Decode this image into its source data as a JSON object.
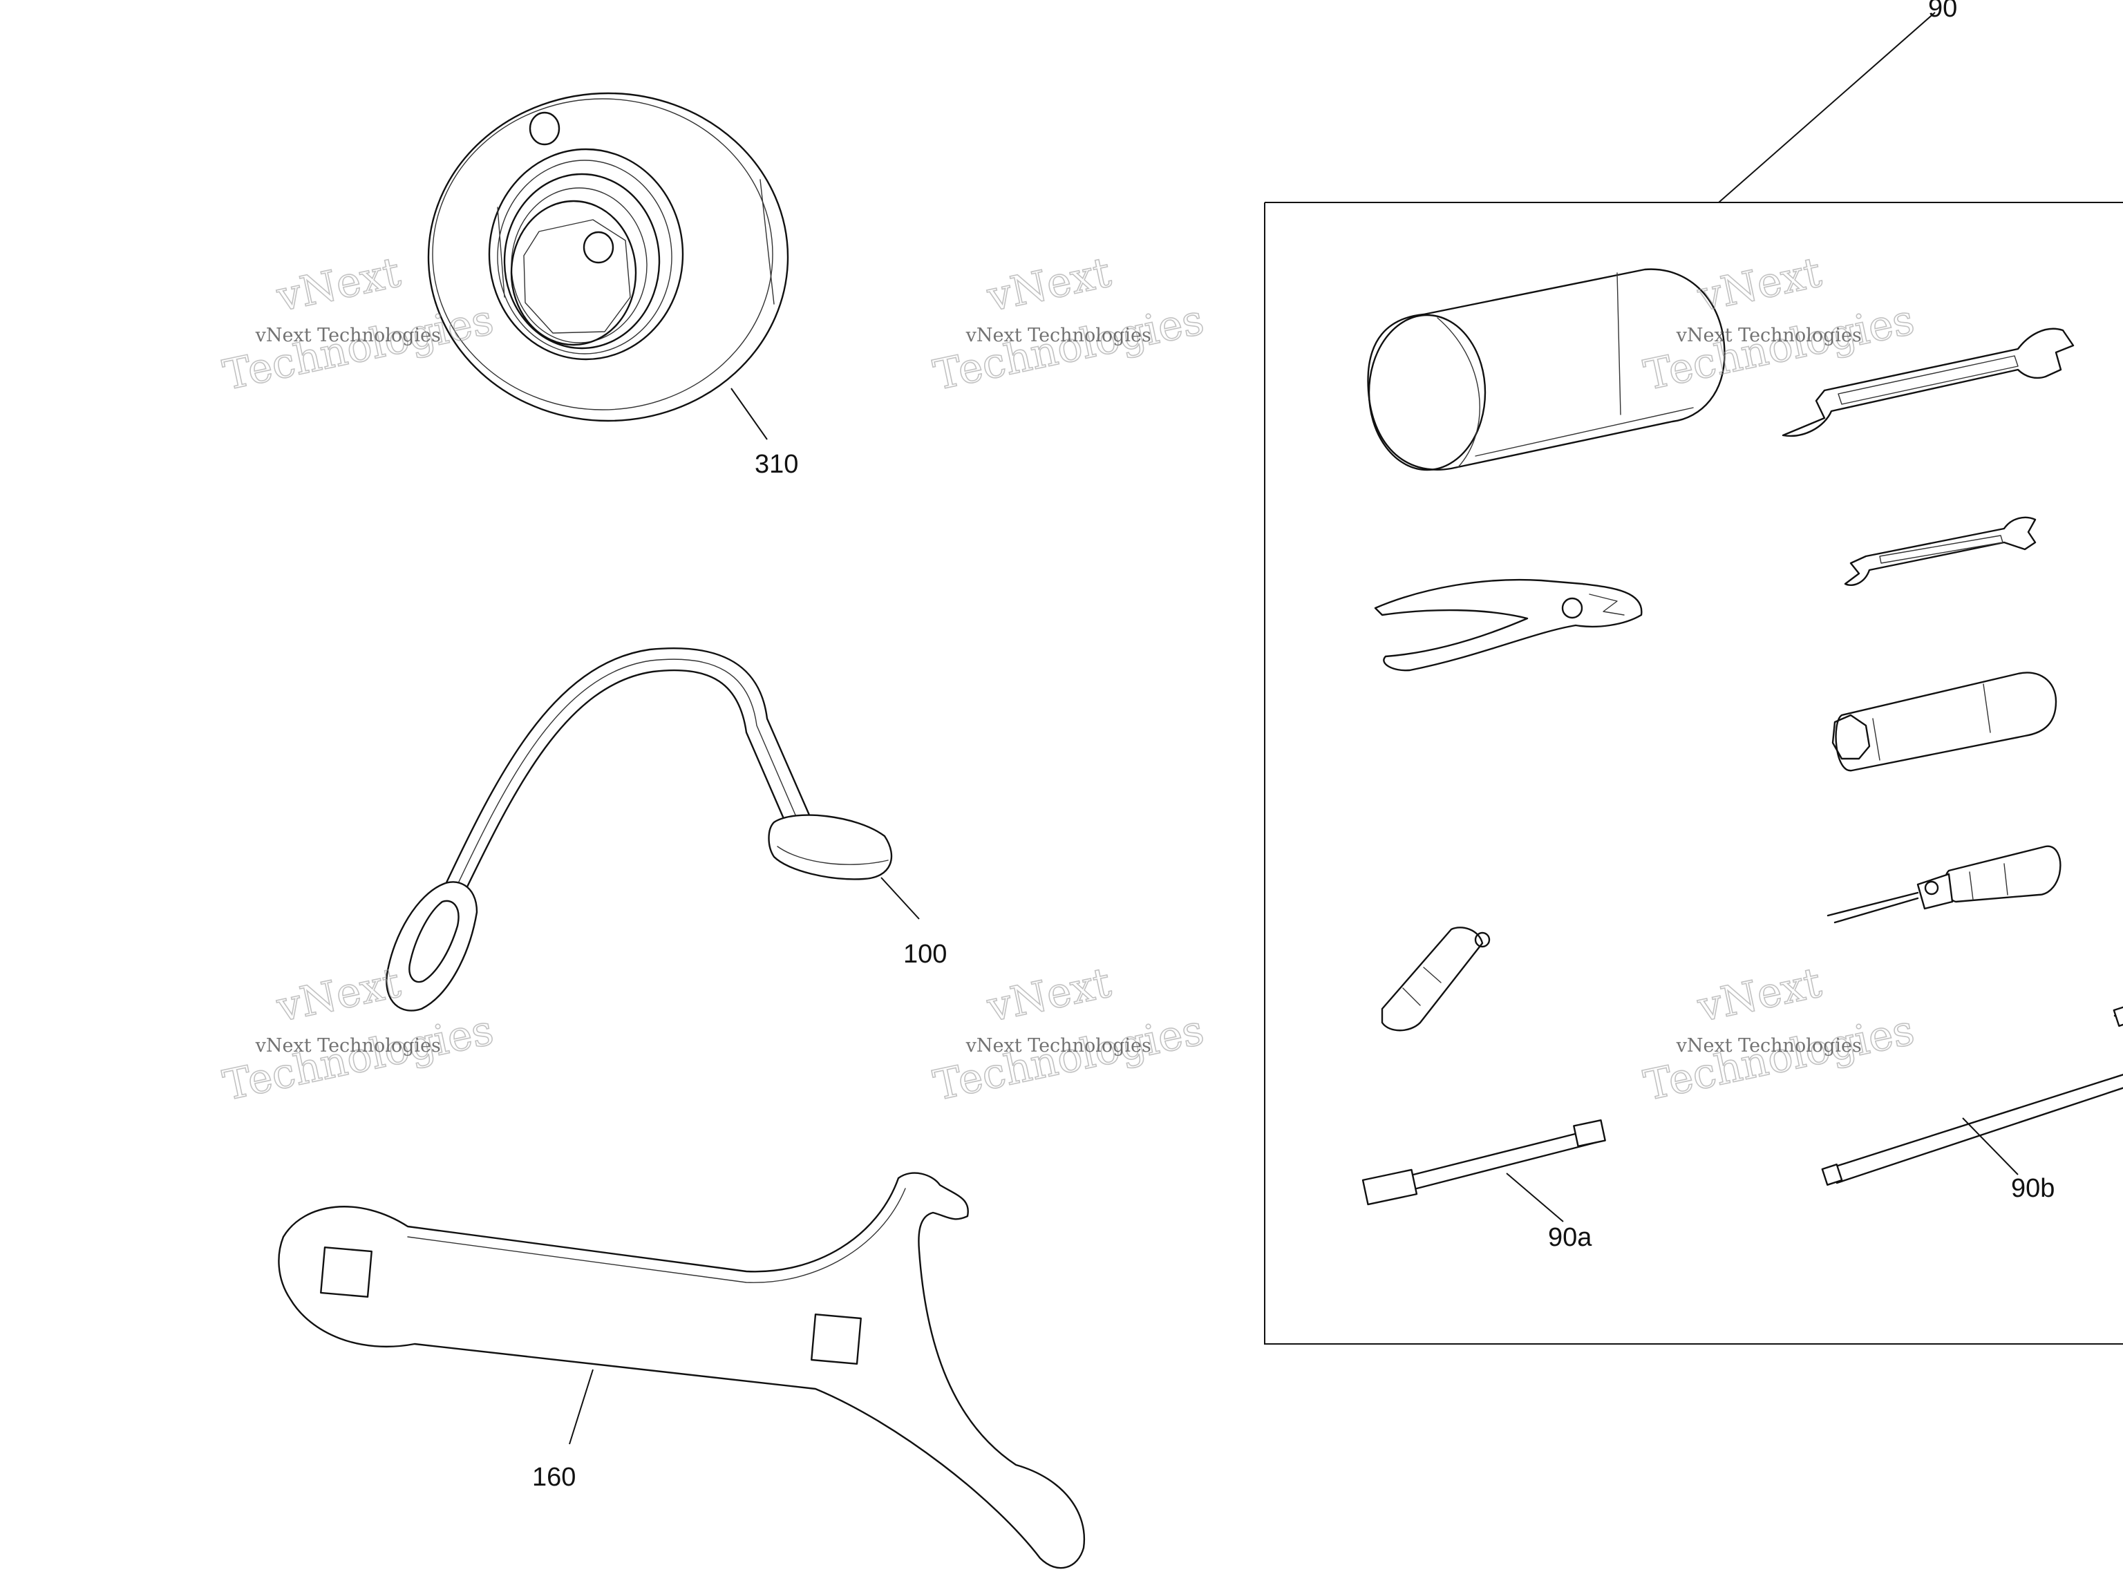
{
  "callouts": {
    "kit": "90",
    "bearing": "310",
    "hook": "100",
    "spanner": "160",
    "extension": "90a",
    "hex_key": "90b"
  },
  "watermark": {
    "line_top": "vNext",
    "line_small": "vNext Technologies",
    "line_big": "Technologies"
  },
  "colors": {
    "line": "#111111",
    "background": "#ffffff",
    "watermark": "#9a9a9a"
  }
}
